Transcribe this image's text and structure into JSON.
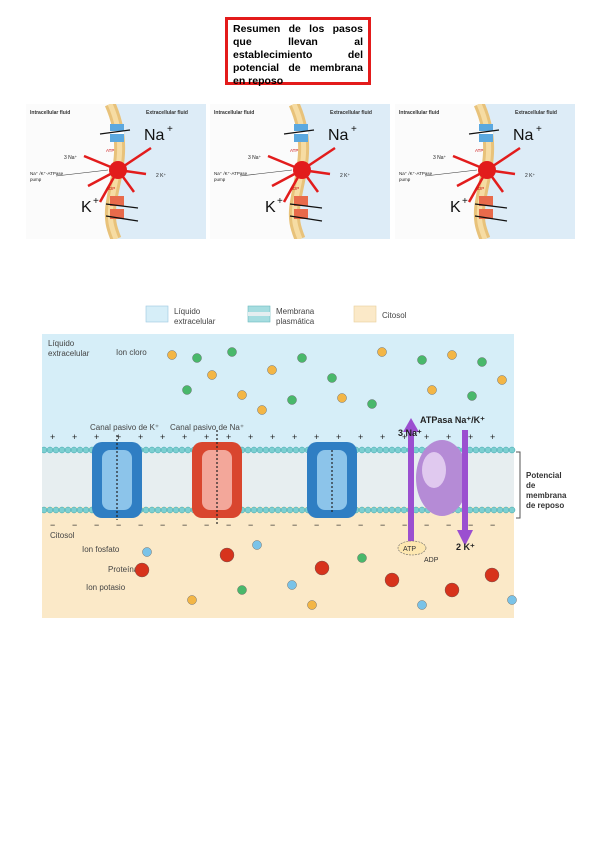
{
  "title": "Resumen de los pasos que llevan al establecimiento del potencial de membrana en reposo",
  "panel": {
    "intracellular": "Intracellular fluid",
    "extracellular": "Extracellular fluid",
    "na": "Na",
    "k": "K",
    "plus": "+",
    "na3": "3 Na⁺",
    "k2": "2 K⁺",
    "atp": "ATP",
    "adp": "ADP",
    "pump": "Na⁺ /K⁺-ATPase",
    "pump2": "pump"
  },
  "legend": {
    "extracellular": [
      "Líquido",
      "extracelular"
    ],
    "membrane": [
      "Membrana",
      "plasmática"
    ],
    "cytosol": "Citosol"
  },
  "diagram": {
    "extracellular_label": [
      "Líquido",
      "extracelular"
    ],
    "ion_cloro": "Ion cloro",
    "canal_k": "Canal pasivo de K⁺",
    "canal_na": "Canal pasivo de Na⁺",
    "atpasa": "ATPasa Na⁺/K⁺",
    "na3": "3 Na⁺",
    "k2": "2 K⁺",
    "atp": "ATP",
    "adp": "ADP",
    "citosol": "Citosol",
    "ion_fosfato": "Ion fosfato",
    "proteina": "Proteína",
    "ion_potasio": "Ion potasio",
    "potencial": [
      "Potencial",
      "de",
      "membrana",
      "de reposo"
    ],
    "plus": "+",
    "minus": "−"
  },
  "colors": {
    "title_border": "#e31b1b",
    "extracellular_bg": "#d6eef8",
    "cytosol_bg": "#fbe9c8",
    "pump_purple": "#b58bd6",
    "arrow_red": "#e02020"
  }
}
